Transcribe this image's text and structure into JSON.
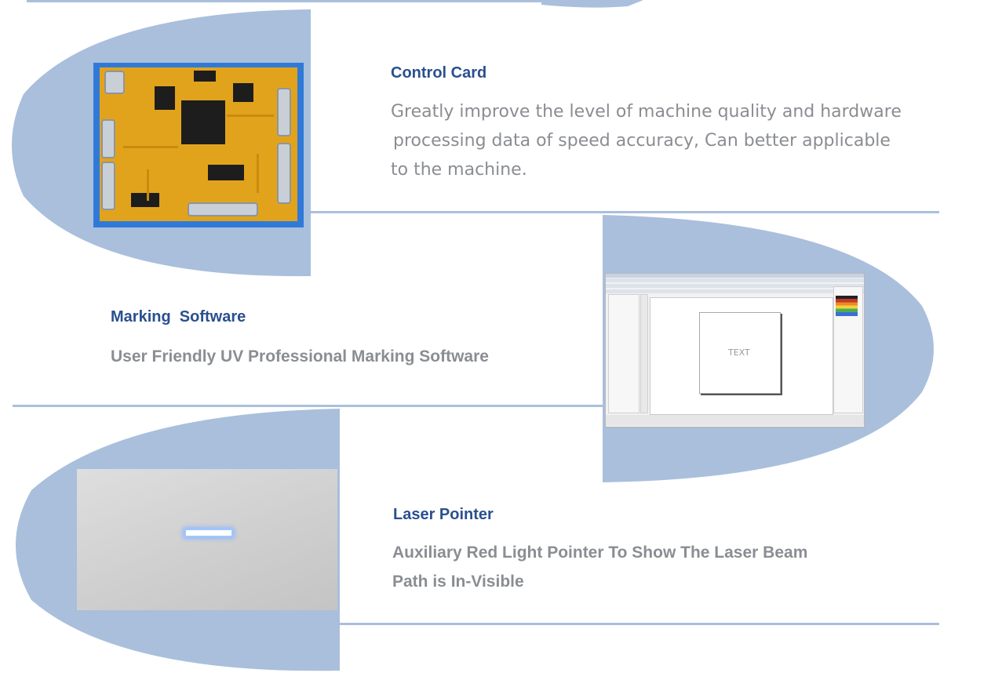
{
  "colors": {
    "accent_blue": "#a9bfdc",
    "title_blue": "#2a4f8f",
    "desc_grey": "#8a8d92"
  },
  "sections": [
    {
      "title": "Control Card",
      "lines": [
        "Greatly improve the level of machine quality and hardware",
        "processing data of speed accuracy, Can better applicable",
        "to the machine."
      ]
    },
    {
      "title": "Marking  Software",
      "lines": [
        "User Friendly UV Professional Marking Software"
      ]
    },
    {
      "title": "Laser Pointer",
      "lines": [
        "Auxiliary Red Light Pointer To Show The Laser Beam",
        "Path is In-Visible"
      ]
    }
  ],
  "software_preview": {
    "canvas_text": "TEXT"
  }
}
